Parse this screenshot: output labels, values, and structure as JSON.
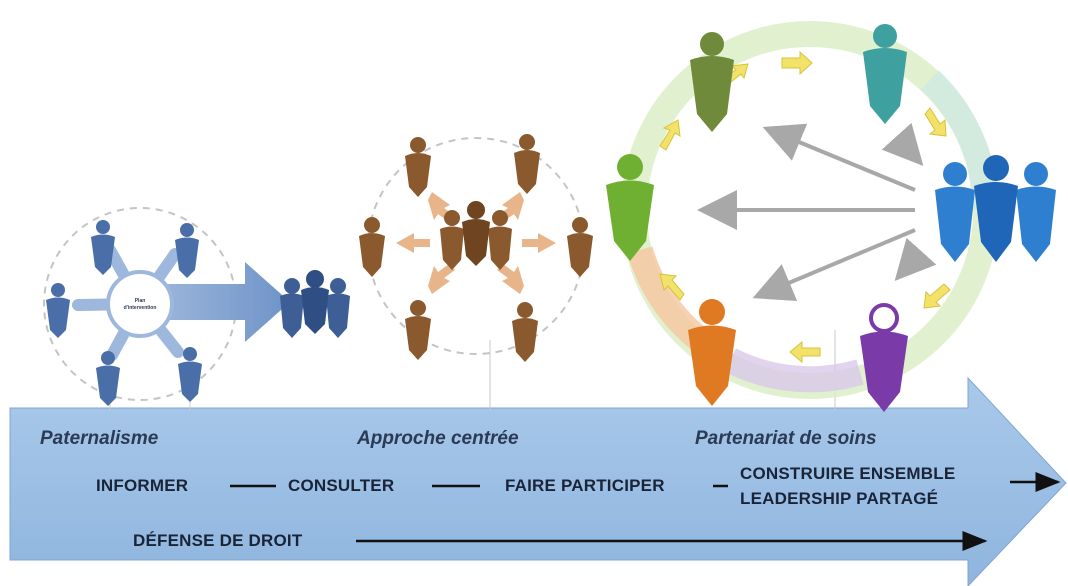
{
  "center_box": {
    "line1": "Plan",
    "line2": "d'intervention"
  },
  "phases": {
    "paternalisme": "Paternalisme",
    "approche": "Approche centrée",
    "partenariat": "Partenariat de soins"
  },
  "steps": {
    "informer": "INFORMER",
    "consulter": "CONSULTER",
    "participer": "FAIRE PARTICIPER",
    "construire": "CONSTRUIRE ENSEMBLE",
    "leadership": "LEADERSHIP PARTAGÉ",
    "defense": "DÉFENSE DE DROIT"
  },
  "colors": {
    "banner": "#9fc3e6",
    "blue_person": "#4a6fa8",
    "brown_person": "#8a5a2e",
    "olive_person": "#6f8a3a",
    "teal_person": "#3fa0a0",
    "green_person": "#6fb032",
    "orange_person": "#e07a22",
    "purple_person": "#7a3aa8",
    "team_blue": "#2f7fd0"
  }
}
